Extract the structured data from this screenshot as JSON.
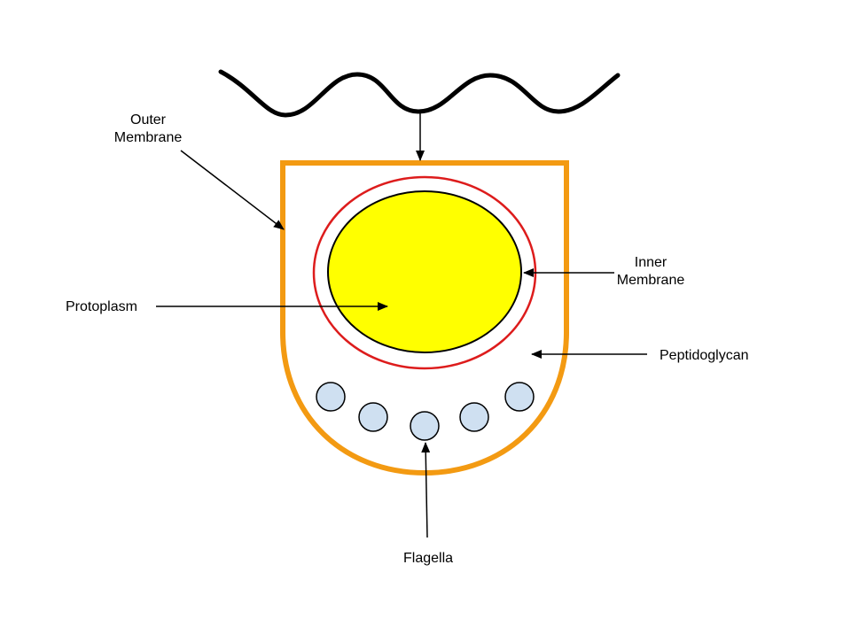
{
  "labels": {
    "outer_membrane": [
      "Outer",
      "Membrane"
    ],
    "inner_membrane": [
      "Inner",
      "Membrane"
    ],
    "protoplasm": "Protoplasm",
    "peptidoglycan": "Peptidoglycan",
    "flagella": "Flagella"
  },
  "colors": {
    "wave": "#000000",
    "outer_membrane": "#f39a12",
    "inner_membrane": "#dd1c1c",
    "protoplasm_fill": "#ffff00",
    "protoplasm_stroke": "#000000",
    "flagella_fill": "#cfe0f1",
    "flagella_stroke": "#000000",
    "arrows": "#000000"
  },
  "flagella_count": 5
}
